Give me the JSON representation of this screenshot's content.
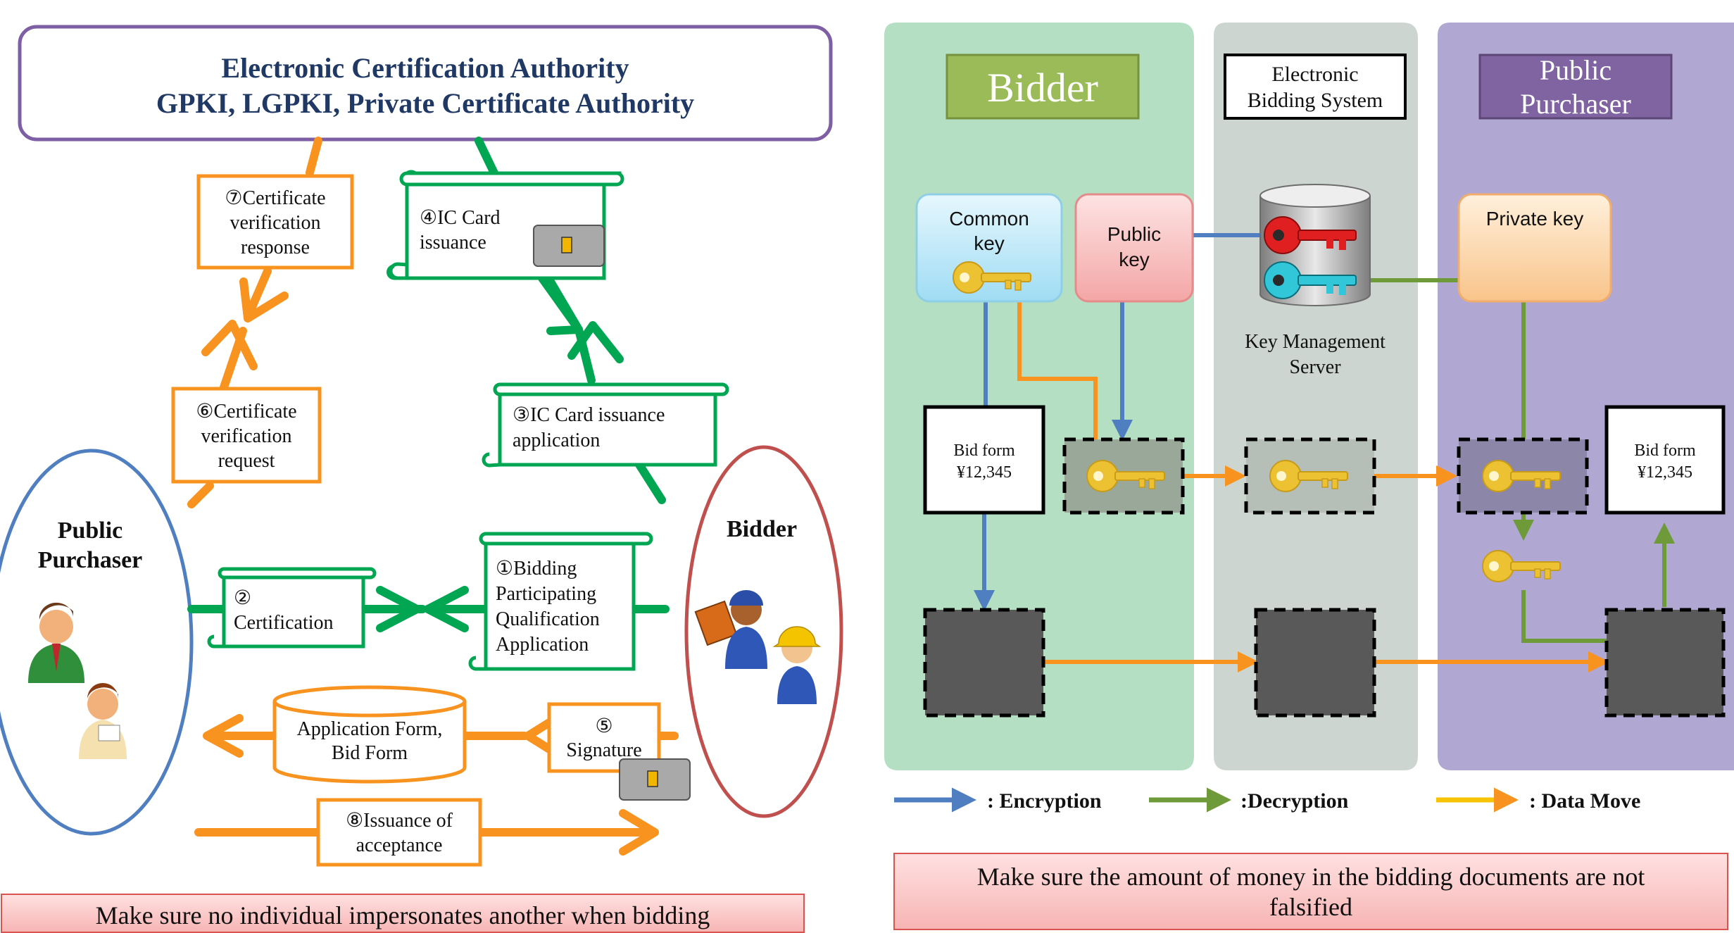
{
  "left_diagram": {
    "authority": {
      "line1": "Electronic Certification Authority",
      "line2": "GPKI, LGPKI, Private Certificate Authority"
    },
    "public_purchaser": {
      "line1": "Public",
      "line2": "Purchaser"
    },
    "bidder": "Bidder",
    "step1": {
      "line1": "①Bidding",
      "line2": "Participating",
      "line3": "Qualification",
      "line4": "Application"
    },
    "step2": {
      "line1": "②",
      "line2": "Certification"
    },
    "step3": {
      "line1": "③IC Card issuance",
      "line2": "application"
    },
    "step4": {
      "line1": "④IC Card",
      "line2": "issuance"
    },
    "step5": {
      "line1": "⑤",
      "line2": "Signature"
    },
    "step6": {
      "line1": "⑥Certificate",
      "line2": "verification",
      "line3": "request"
    },
    "step7": {
      "line1": "⑦Certificate",
      "line2": "verification",
      "line3": "response"
    },
    "step8": {
      "line1": "⑧Issuance of",
      "line2": "acceptance"
    },
    "database": {
      "line1": "Application  Form,",
      "line2": "Bid Form"
    },
    "caption": "Make  sure  no  individual  impersonates  another  when  bidding"
  },
  "right_diagram": {
    "bidder_header": "Bidder",
    "system_header": {
      "line1": "Electronic",
      "line2": "Bidding  System"
    },
    "purchaser_header": {
      "line1": "Public",
      "line2": "Purchaser"
    },
    "common_key": {
      "line1": "Common",
      "line2": "key"
    },
    "public_key": {
      "line1": "Public",
      "line2": "key"
    },
    "private_key": "Private key",
    "server_label": {
      "line1": "Key Management",
      "line2": "Server"
    },
    "bid_form_left": {
      "line1": "Bid form",
      "line2": "¥12,345"
    },
    "bid_form_right": {
      "line1": "Bid form",
      "line2": "¥12,345"
    },
    "legend": {
      "encryption": ": Encryption",
      "decryption": ":Decryption",
      "data_move": ": Data Move"
    },
    "caption": {
      "line1": "Make  sure  the  amount  of money  in  the  bidding  documents  are   not",
      "line2": "falsified"
    }
  },
  "colors": {
    "green": "#00a651",
    "orange": "#f7931e",
    "blue": "#4f7fc0",
    "olive": "#6e9a3a",
    "purple_border": "#7e5fa5",
    "bidder_lane": "#b5dfc3",
    "system_lane": "#cdd5d0",
    "purchaser_lane": "#b0a8d2",
    "key_gold": "#ecc233"
  }
}
